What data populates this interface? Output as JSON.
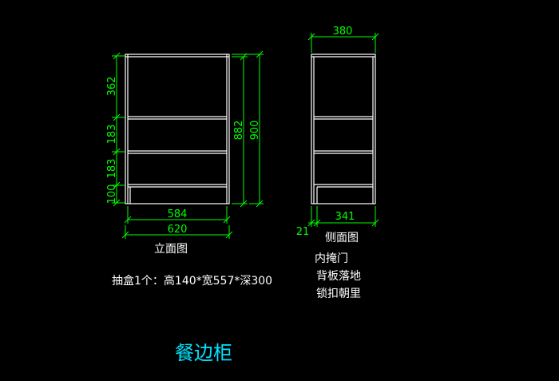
{
  "colors": {
    "background": "#000000",
    "geometry": "#ffffff",
    "dimension": "#00ff00",
    "title": "#00e5ff"
  },
  "front_view": {
    "caption": "立面图",
    "dims": {
      "seg_top": "362",
      "seg_mid1": "183",
      "seg_mid2": "183",
      "seg_bottom": "100",
      "inner_height": "882",
      "total_height": "900",
      "inner_width": "584",
      "total_width": "620"
    }
  },
  "side_view": {
    "caption": "侧面图",
    "dims": {
      "top_width": "380",
      "inner_depth": "341",
      "offset": "21"
    }
  },
  "notes": {
    "drawer": "抽盒1个：高140*宽557*深300",
    "side_notes": [
      "内掩门",
      "背板落地",
      "锁扣朝里"
    ]
  },
  "title": "餐边柜"
}
